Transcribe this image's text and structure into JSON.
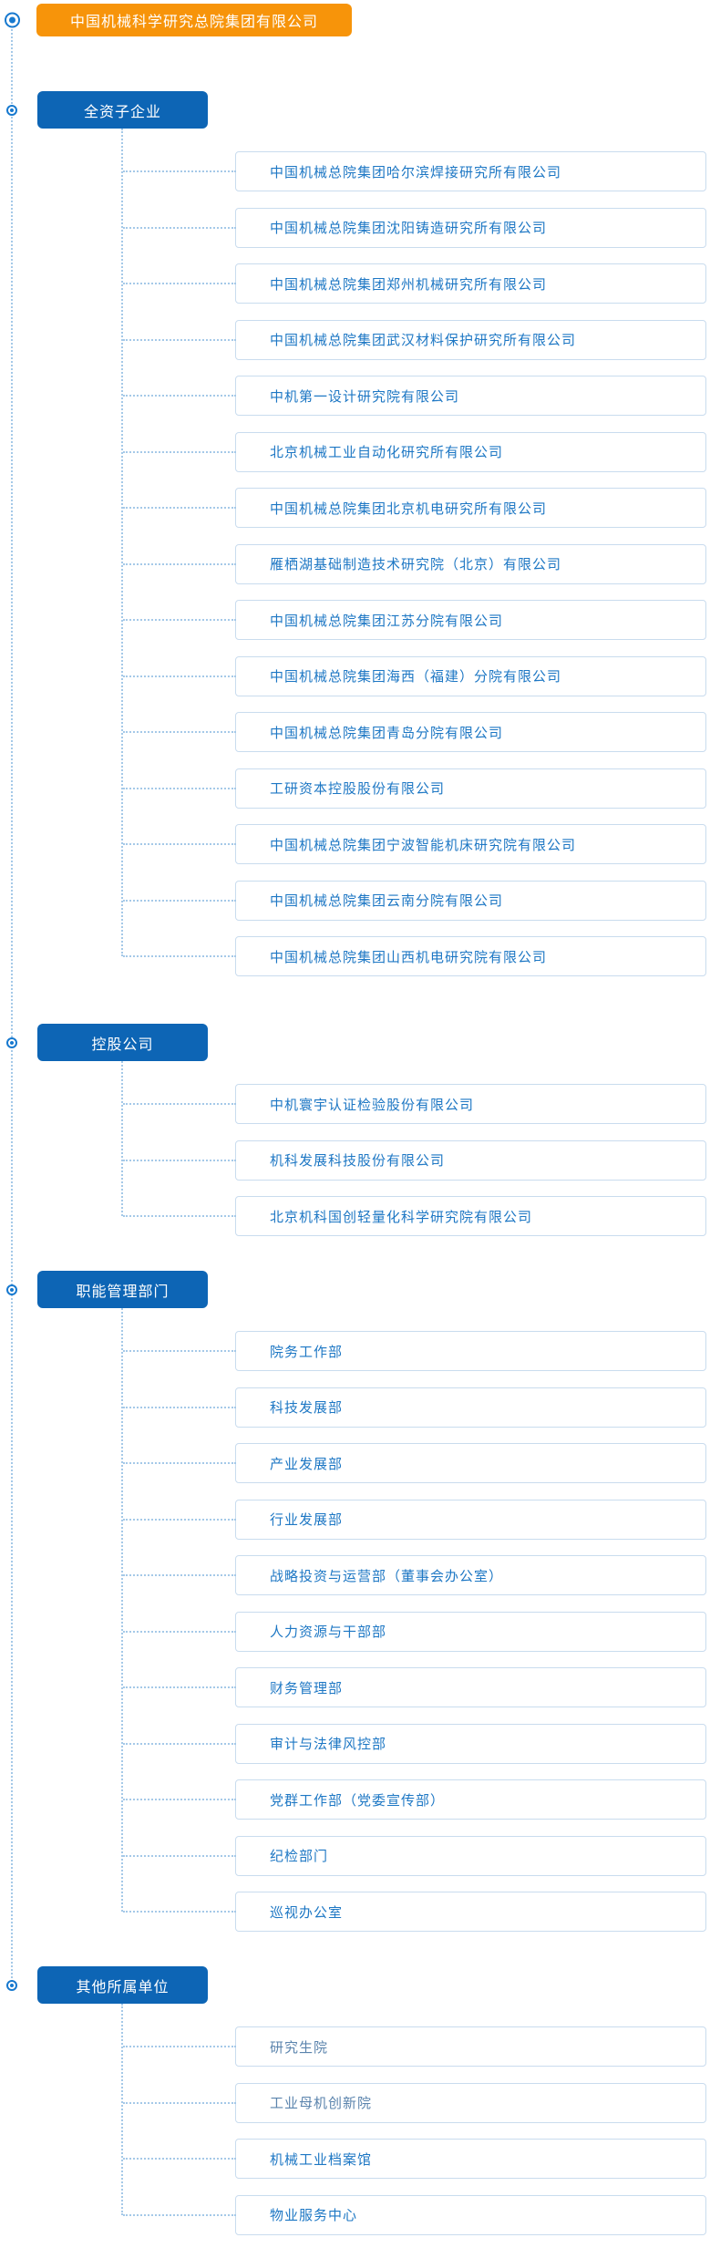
{
  "root": {
    "title": "中国机械科学研究总院集团有限公司"
  },
  "colors": {
    "root_box": "#f7940a",
    "category_box": "#0d65b5",
    "item_text": "#1d77c4",
    "item_text_muted": "#5b84ad",
    "item_border": "#c9dcee",
    "connector_dots": "#a5c9e8"
  },
  "icons": {
    "bullseye": "bullseye-icon"
  },
  "groups": [
    {
      "label": "全资子企业",
      "items": [
        {
          "label": "中国机械总院集团哈尔滨焊接研究所有限公司"
        },
        {
          "label": "中国机械总院集团沈阳铸造研究所有限公司"
        },
        {
          "label": "中国机械总院集团郑州机械研究所有限公司"
        },
        {
          "label": "中国机械总院集团武汉材料保护研究所有限公司"
        },
        {
          "label": "中机第一设计研究院有限公司"
        },
        {
          "label": "北京机械工业自动化研究所有限公司"
        },
        {
          "label": "中国机械总院集团北京机电研究所有限公司"
        },
        {
          "label": "雁栖湖基础制造技术研究院（北京）有限公司"
        },
        {
          "label": "中国机械总院集团江苏分院有限公司"
        },
        {
          "label": "中国机械总院集团海西（福建）分院有限公司"
        },
        {
          "label": "中国机械总院集团青岛分院有限公司"
        },
        {
          "label": "工研资本控股股份有限公司"
        },
        {
          "label": "中国机械总院集团宁波智能机床研究院有限公司"
        },
        {
          "label": "中国机械总院集团云南分院有限公司"
        },
        {
          "label": "中国机械总院集团山西机电研究院有限公司"
        }
      ]
    },
    {
      "label": "控股公司",
      "items": [
        {
          "label": "中机寰宇认证检验股份有限公司"
        },
        {
          "label": "机科发展科技股份有限公司"
        },
        {
          "label": "北京机科国创轻量化科学研究院有限公司"
        }
      ]
    },
    {
      "label": "职能管理部门",
      "items": [
        {
          "label": "院务工作部"
        },
        {
          "label": "科技发展部"
        },
        {
          "label": "产业发展部"
        },
        {
          "label": "行业发展部"
        },
        {
          "label": "战略投资与运营部（董事会办公室）"
        },
        {
          "label": "人力资源与干部部"
        },
        {
          "label": "财务管理部"
        },
        {
          "label": "审计与法律风控部"
        },
        {
          "label": "党群工作部（党委宣传部）"
        },
        {
          "label": "纪检部门"
        },
        {
          "label": "巡视办公室"
        }
      ]
    },
    {
      "label": "其他所属单位",
      "items": [
        {
          "label": "研究生院",
          "muted": true
        },
        {
          "label": "工业母机创新院",
          "muted": true
        },
        {
          "label": "机械工业档案馆"
        },
        {
          "label": "物业服务中心"
        }
      ]
    }
  ]
}
